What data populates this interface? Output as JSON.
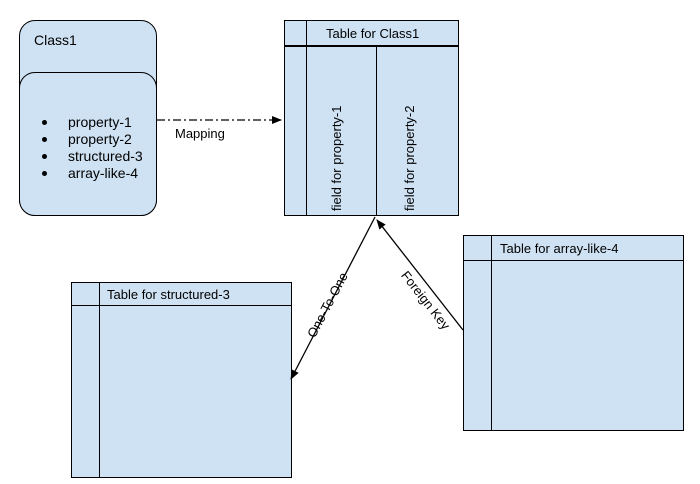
{
  "class_box": {
    "title": "Class1",
    "properties": [
      "property-1",
      "property-2",
      "structured-3",
      "array-like-4"
    ]
  },
  "tables": {
    "class1": {
      "title": "Table for Class1",
      "fields": [
        "field for property-1",
        "field for property-2"
      ]
    },
    "structured": {
      "title": "Table for structured-3"
    },
    "array_like": {
      "title": "Table for array-like-4"
    }
  },
  "edges": {
    "mapping": "Mapping",
    "one_to_one": "One-To-One",
    "foreign_key": "Foreign Key"
  },
  "colors": {
    "fill": "#cfe2f3",
    "stroke": "#000000"
  }
}
